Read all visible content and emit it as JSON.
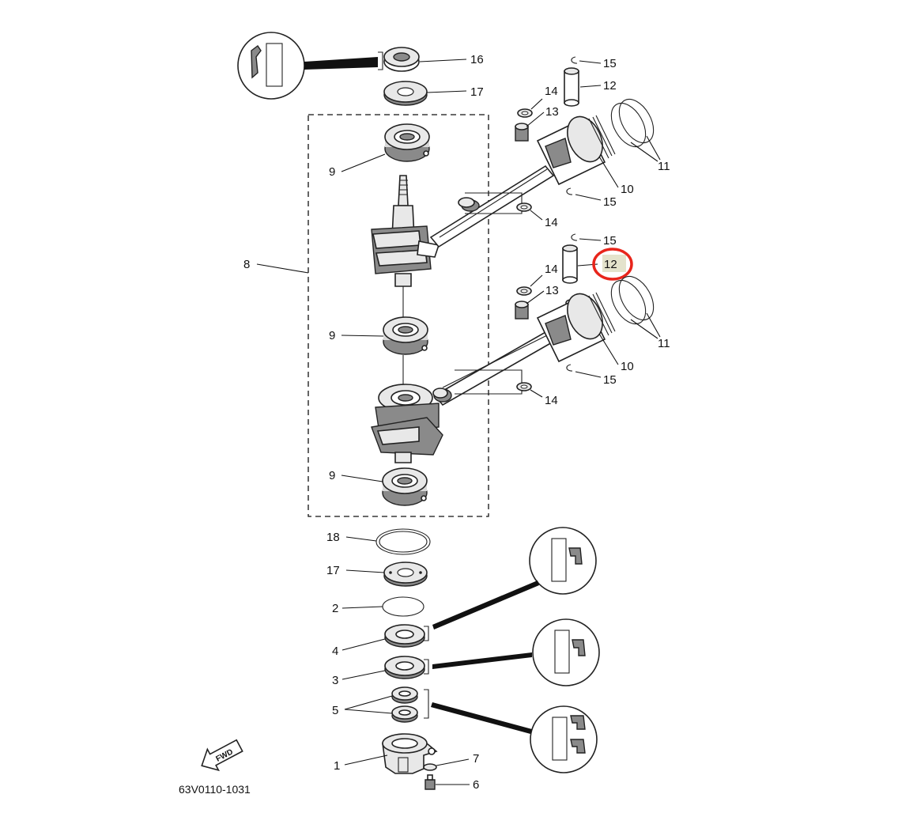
{
  "diagram_code": "63V0110-1031",
  "fwd_label": "FWD",
  "highlight_color": "#e8251b",
  "highlight_fill": "#e4e3cc",
  "parts": {
    "p1": "1",
    "p2": "2",
    "p3": "3",
    "p4": "4",
    "p5": "5",
    "p6": "6",
    "p7": "7",
    "p8": "8",
    "p9": "9",
    "p10": "10",
    "p11": "11",
    "p12": "12",
    "p13": "13",
    "p14": "14",
    "p15": "15",
    "p16": "16",
    "p17": "17",
    "p18": "18"
  },
  "selected_part": "12"
}
